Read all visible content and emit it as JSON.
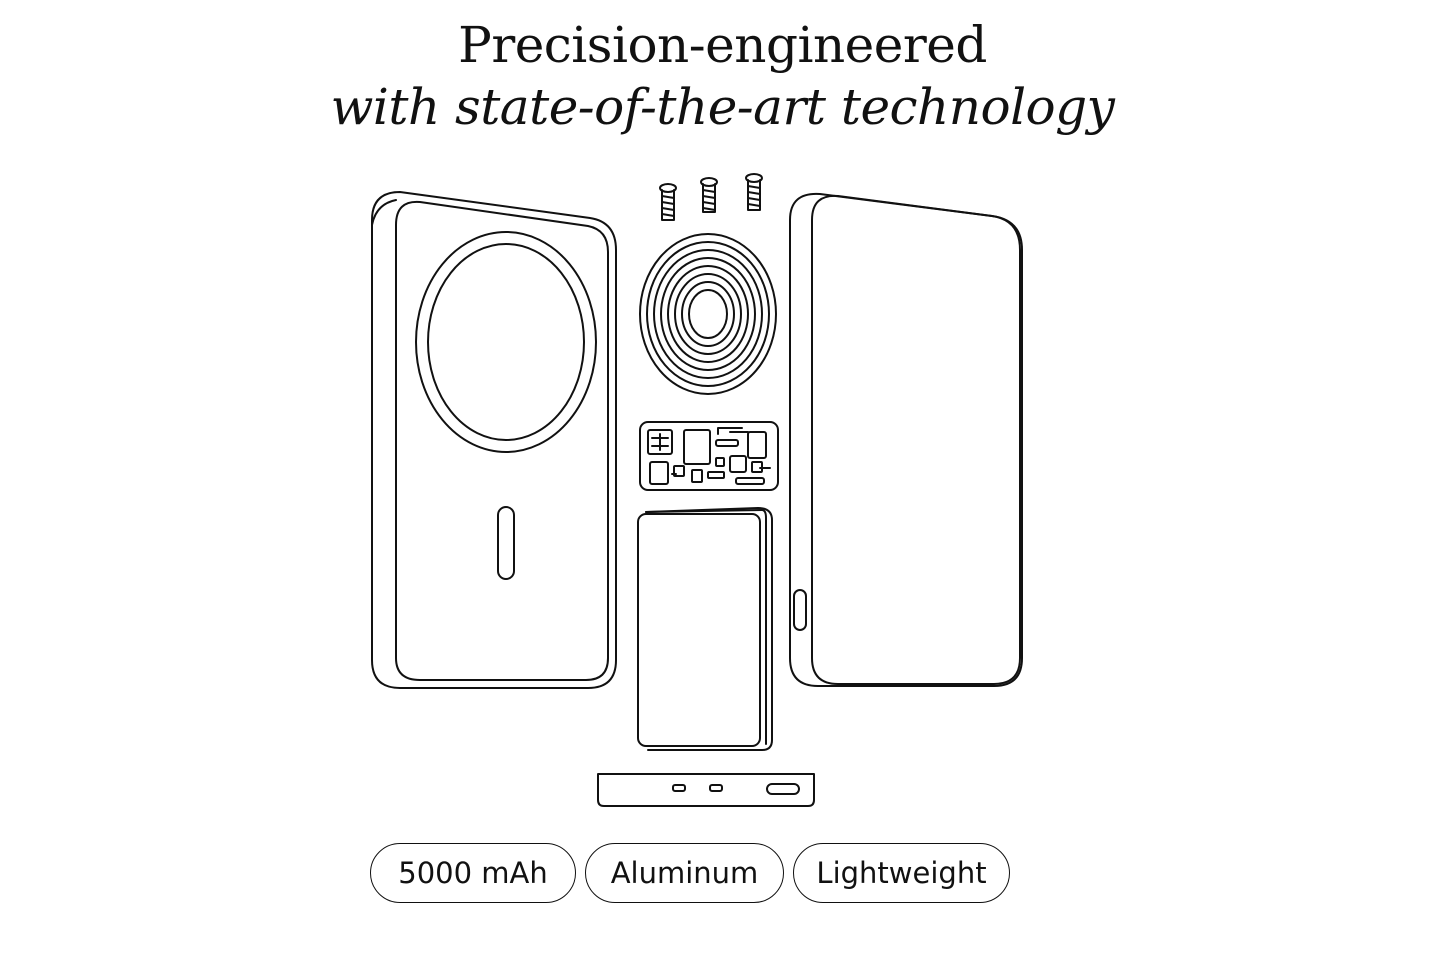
{
  "headline": {
    "title": "Precision-engineered",
    "subtitle": "with state-of-the-art technology"
  },
  "components": {
    "front_shell": "front-case-with-magnetic-ring",
    "screws": "screw-icon",
    "coil": "wireless-charging-coil-icon",
    "circuit_board": "circuit-board-icon",
    "battery": "battery-cell-icon",
    "back_shell": "back-case",
    "bottom_cap": "port-end-cap-icon"
  },
  "features": [
    {
      "label": "5000 mAh"
    },
    {
      "label": "Aluminum"
    },
    {
      "label": "Lightweight"
    }
  ],
  "colors": {
    "line": "#111111",
    "background": "#ffffff"
  }
}
